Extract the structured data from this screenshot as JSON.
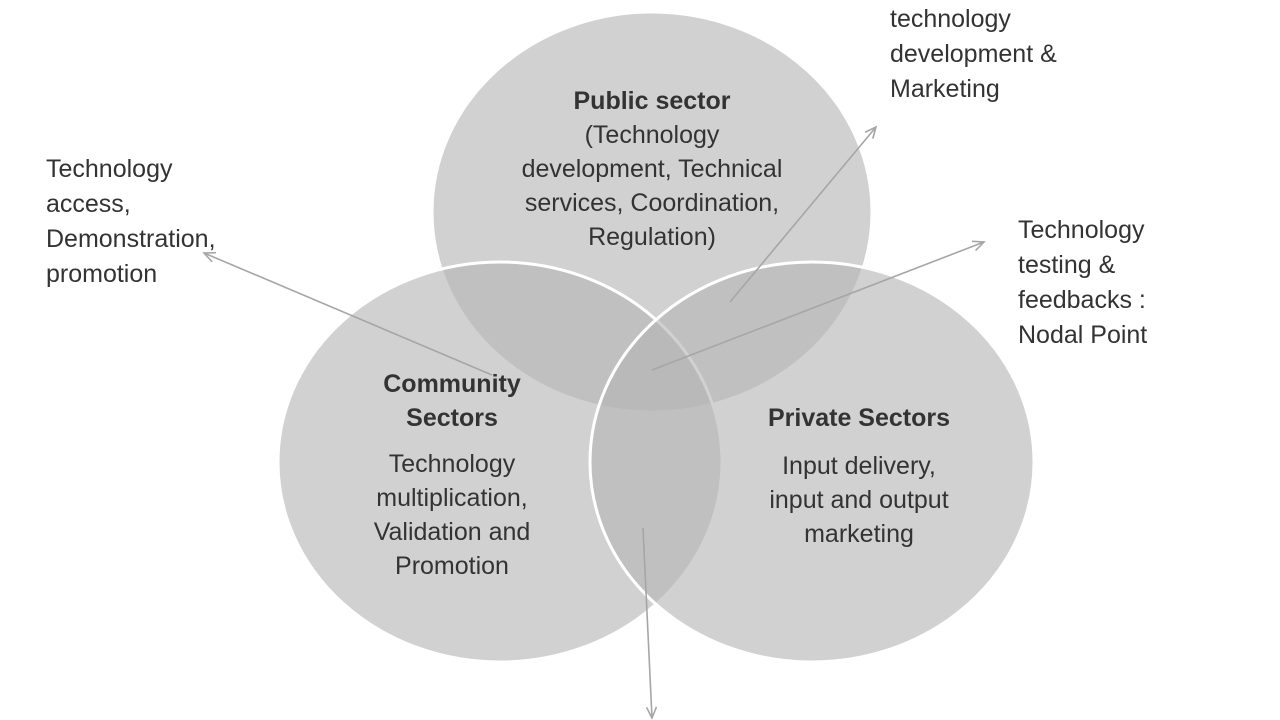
{
  "circles": {
    "public": {
      "title": "Public sector",
      "body": "(Technology\ndevelopment, Technical\nservices, Coordination,\nRegulation)"
    },
    "community": {
      "title": "Community\nSectors",
      "body": "Technology\nmultiplication,\nValidation and\nPromotion"
    },
    "private": {
      "title": "Private Sectors",
      "body": "Input delivery,\ninput and output\nmarketing"
    }
  },
  "annotations": {
    "public_community": "Technology\naccess,\nDemonstration,\npromotion",
    "public_private": "technology\ndevelopment &\nMarketing",
    "center": "Technology\ntesting &\nfeedbacks :\nNodal Point"
  },
  "colors": {
    "circle_fill": "#c8c8c8",
    "circle_stroke": "#ffffff",
    "arrow": "#a6a6a6",
    "text": "#333333"
  }
}
